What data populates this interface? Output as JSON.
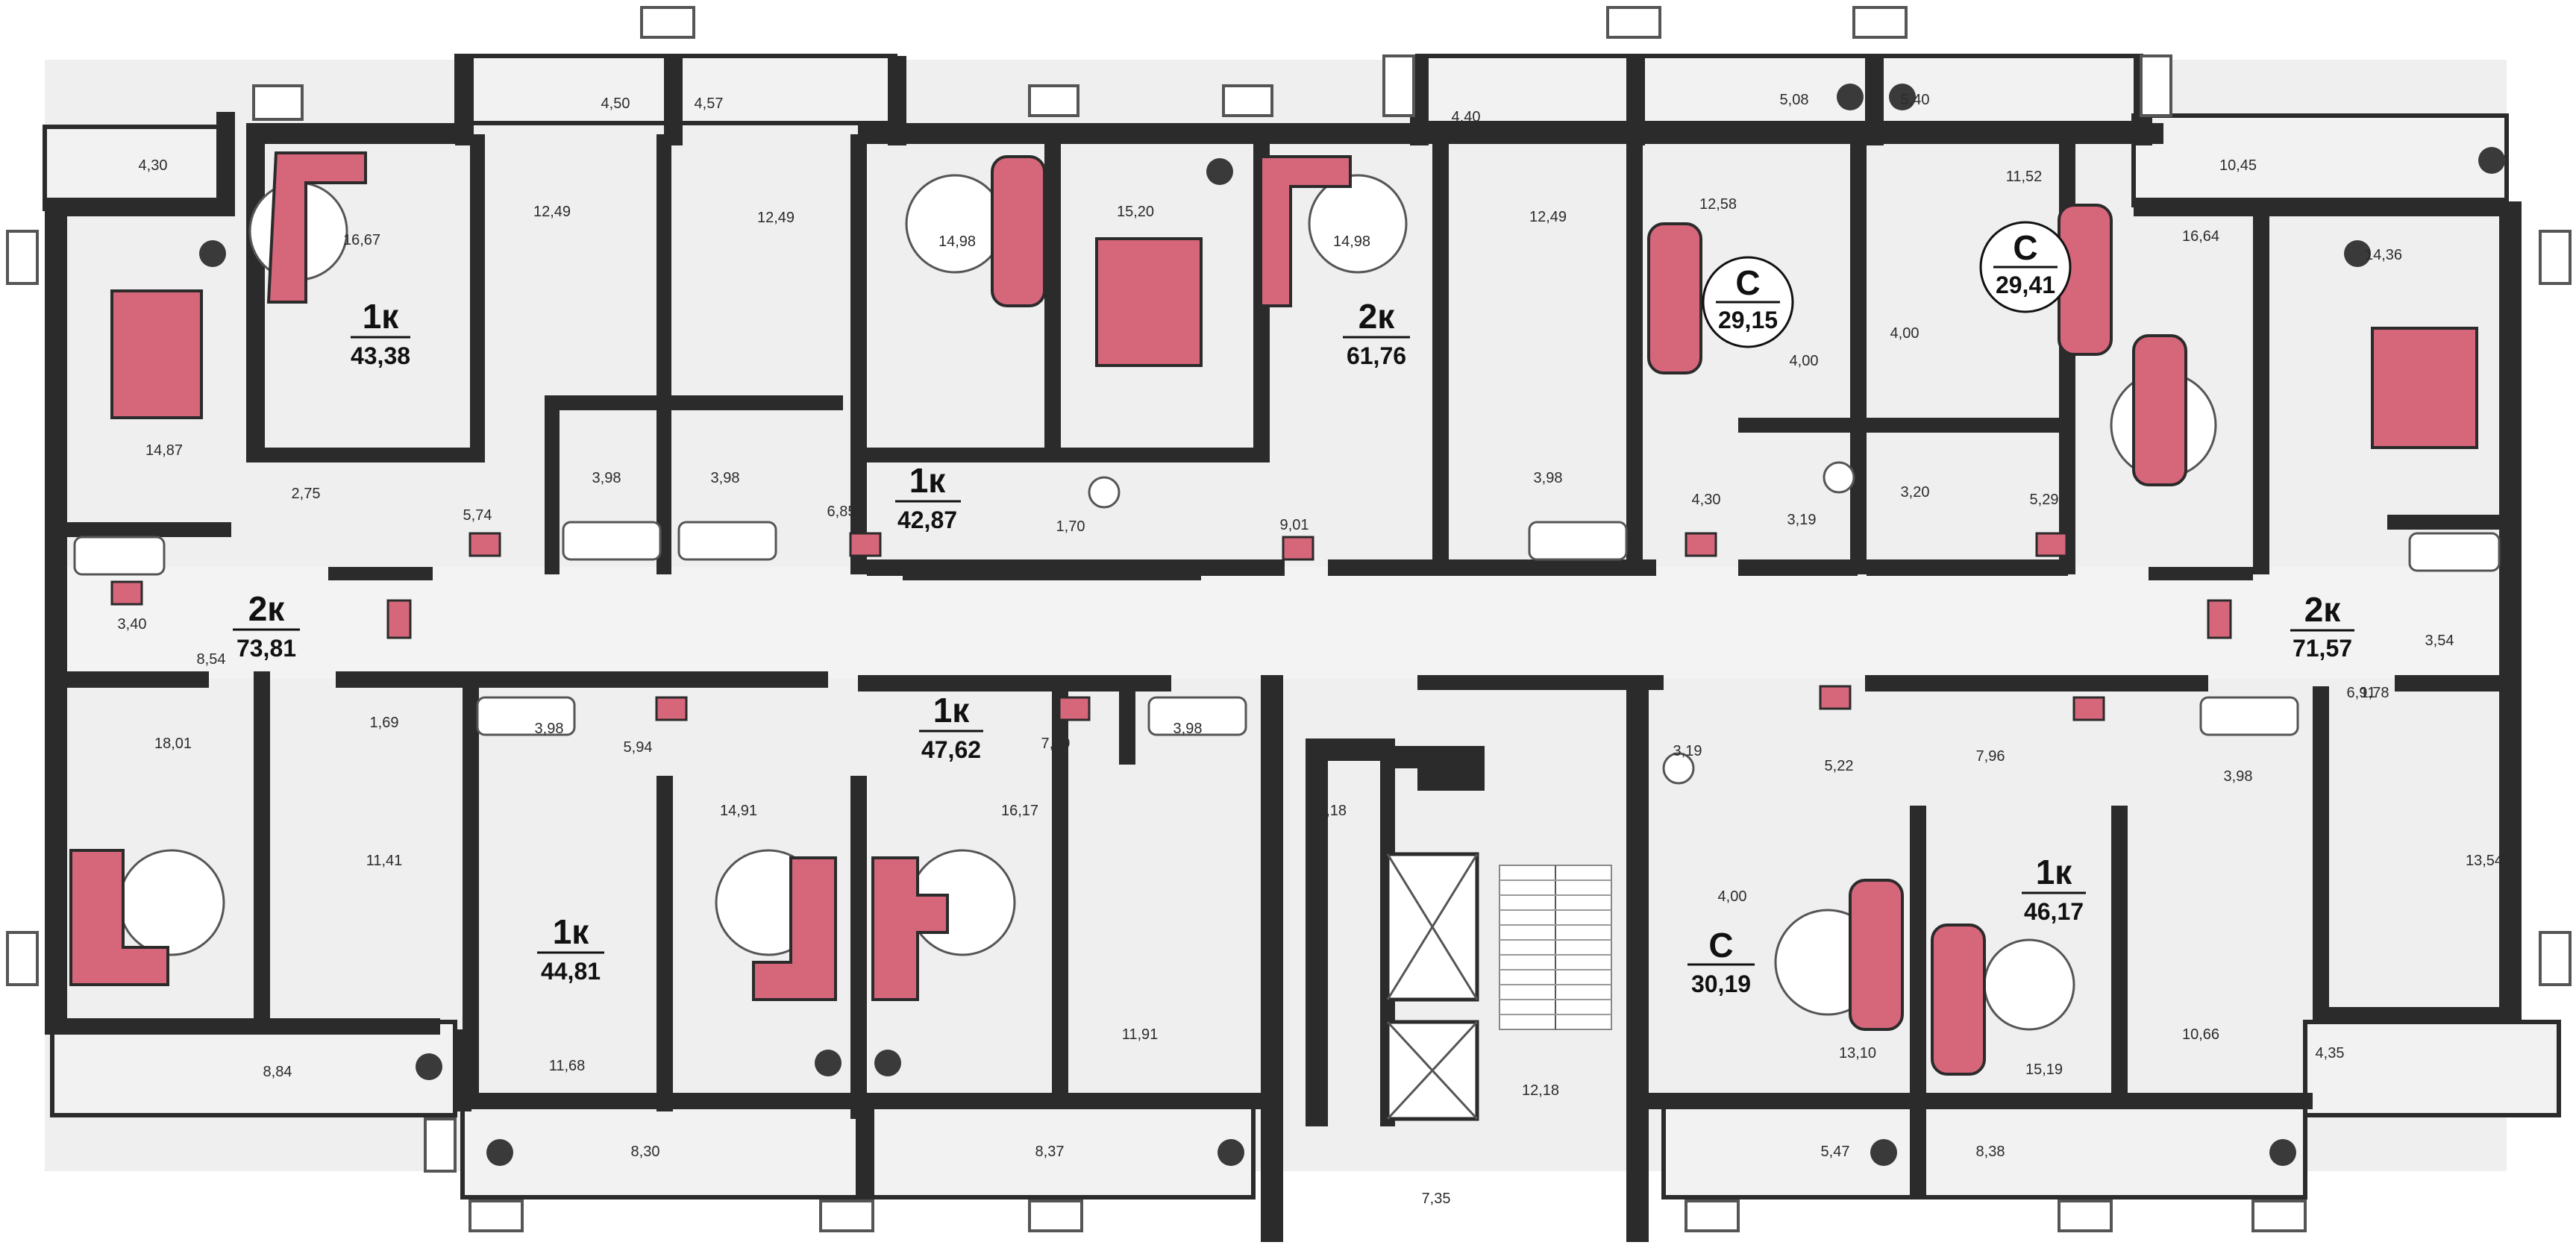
{
  "apartments": [
    {
      "id": "a1",
      "type": "1к",
      "area": "43,38"
    },
    {
      "id": "a2",
      "type": "2к",
      "area": "61,76"
    },
    {
      "id": "a3",
      "type": "С",
      "area": "29,15"
    },
    {
      "id": "a4",
      "type": "С",
      "area": "29,41"
    },
    {
      "id": "a5",
      "type": "1к",
      "area": "42,87"
    },
    {
      "id": "a6",
      "type": "2к",
      "area": "73,81"
    },
    {
      "id": "a7",
      "type": "2к",
      "area": "71,57"
    },
    {
      "id": "a8",
      "type": "1к",
      "area": "47,62"
    },
    {
      "id": "a9",
      "type": "1к",
      "area": "44,81"
    },
    {
      "id": "a10",
      "type": "С",
      "area": "30,19"
    },
    {
      "id": "a11",
      "type": "1к",
      "area": "46,17"
    }
  ],
  "rooms": [
    "4,30",
    "4,50",
    "4,57",
    "16,67",
    "12,49",
    "12,49",
    "14,98",
    "15,20",
    "14,98",
    "12,49",
    "4,40",
    "12,58",
    "5,08",
    "5,40",
    "11,52",
    "10,45",
    "14,87",
    "2,75",
    "5,74",
    "3,98",
    "3,98",
    "6,85",
    "1,70",
    "9,01",
    "3,98",
    "4,00",
    "4,00",
    "4,30",
    "3,19",
    "3,20",
    "5,29",
    "16,64",
    "14,36",
    "3,40",
    "8,54",
    "1,69",
    "18,01",
    "11,41",
    "3,98",
    "5,94",
    "14,91",
    "16,17",
    "7,19",
    "3,98",
    "13,18",
    "3,19",
    "5,22",
    "7,96",
    "3,98",
    "1,78",
    "6,91",
    "3,54",
    "11,68",
    "11,91",
    "4,00",
    "13,10",
    "15,19",
    "10,66",
    "13,54",
    "8,84",
    "8,30",
    "8,37",
    "12,18",
    "5,47",
    "8,38",
    "4,35",
    "7,35"
  ]
}
